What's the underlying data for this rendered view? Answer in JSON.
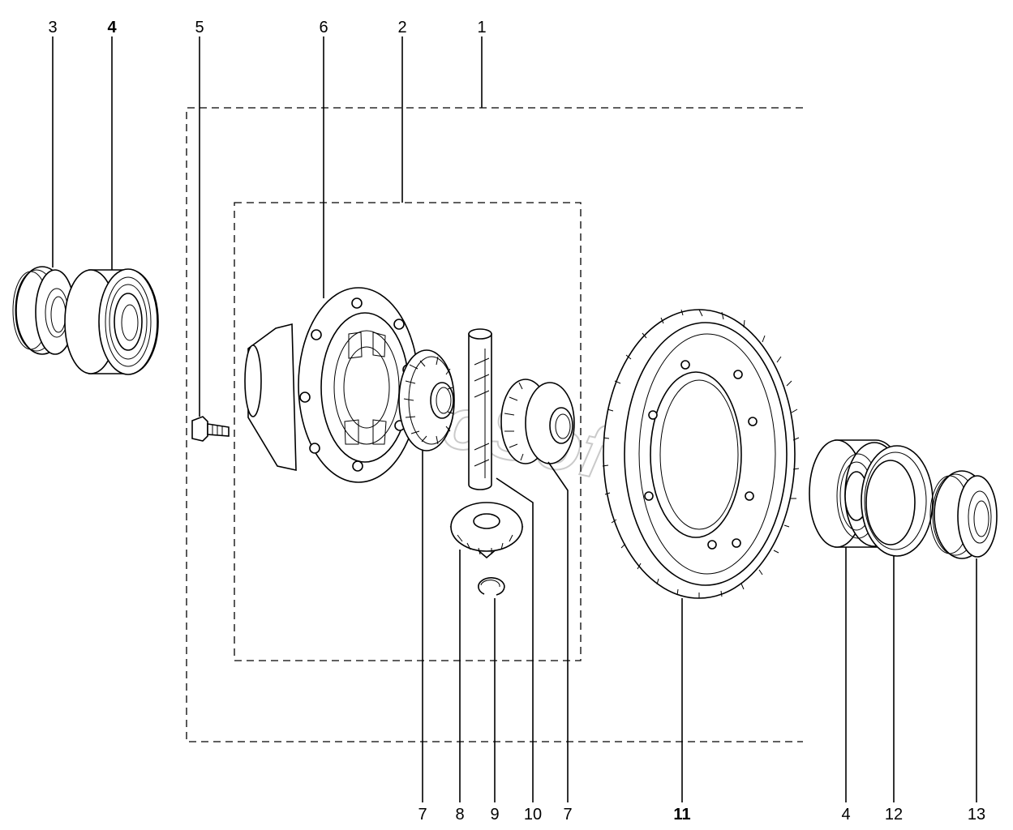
{
  "callouts": {
    "c1": "1",
    "c2": "2",
    "c3": "3",
    "c4_top": "4",
    "c5": "5",
    "c6": "6",
    "c7_left": "7",
    "c8": "8",
    "c9": "9",
    "c10": "10",
    "c7_right": "7",
    "c11": "11",
    "c4_bottom": "4",
    "c12": "12",
    "c13": "13"
  },
  "watermark": "AutoSoft"
}
